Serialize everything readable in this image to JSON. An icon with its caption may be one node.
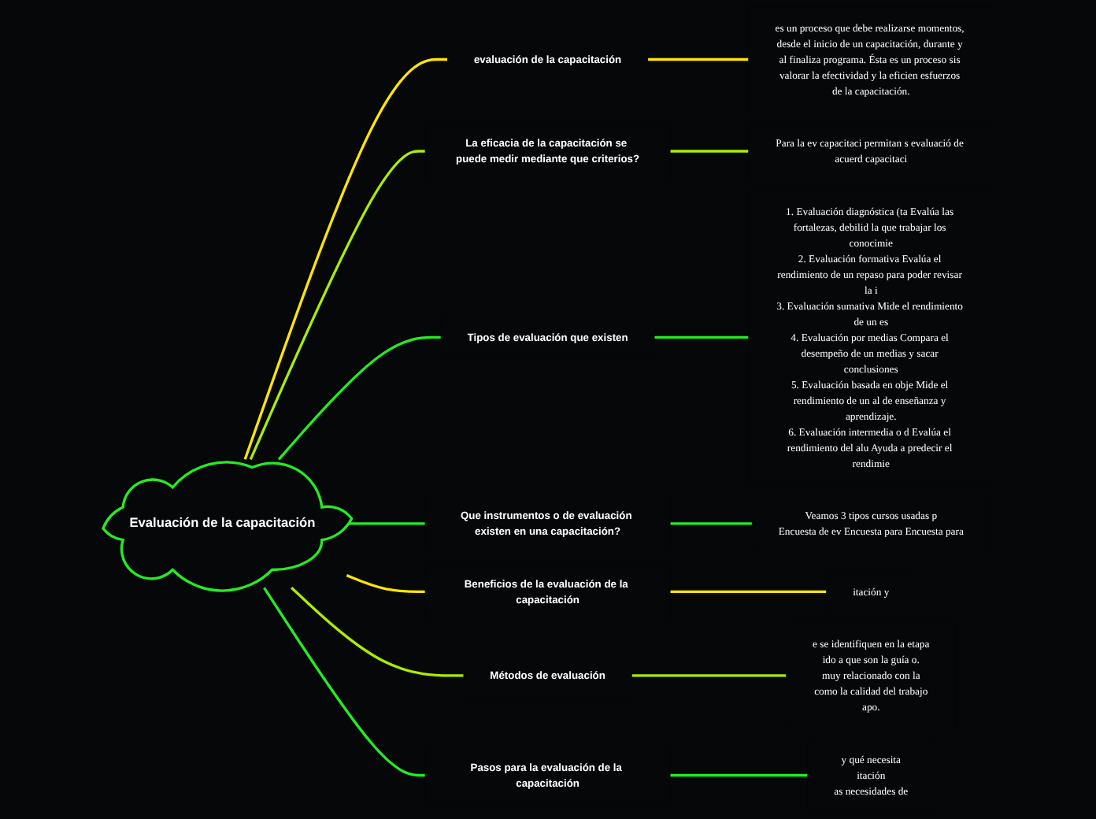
{
  "diagram": {
    "nodes": [
      {
        "text": [
          "Evaluación de la capacitación"
        ]
      },
      {
        "text": [
          "evaluación de la capacitación"
        ]
      },
      {
        "text": [
          "es un proceso que debe realizarse momentos, desde el inicio de un capacitación, durante y al finaliza programa. Ésta es un proceso sis valorar la efectividad y la eficien esfuerzos de la capacitación."
        ]
      },
      {
        "text": [
          "La eficacia de la capacitación se puede medir mediante que criterios?"
        ]
      },
      {
        "text": [
          "Para la ev capacitaci permitan s evaluació de acuerd capacitaci"
        ]
      },
      {
        "text": [
          "Tipos de evaluación que existen"
        ]
      },
      {
        "text": [
          "1. Evaluación diagnóstica (ta Evalúa las fortalezas, debilid la que trabajar los conocimie",
          "2. Evaluación formativa Evalúa el rendimiento de un repaso para poder revisar la i",
          "3. Evaluación sumativa Mide el rendimiento de un es",
          "4. Evaluación por medias Compara el desempeño de un medias y sacar conclusiones",
          "5. Evaluación basada en obje Mide el rendimiento de un al de enseñanza y aprendizaje.",
          "6. Evaluación intermedia o d Evalúa el rendimiento del alu Ayuda a predecir el rendimie"
        ]
      },
      {
        "text": [
          "Que instrumentos o de evaluación existen en una capacitación?"
        ]
      },
      {
        "text": [
          "Veamos 3 tipos cursos usadas p",
          "Encuesta de ev Encuesta para Encuesta para"
        ]
      },
      {
        "text": [
          "Beneficios de la evaluación de la capacitación"
        ]
      },
      {
        "text": [
          "itación y"
        ]
      },
      {
        "text": [
          "Métodos de evaluación"
        ]
      },
      {
        "text": [
          "e se identifiquen en la etapa",
          "ido a que son la guía o.",
          "muy relacionado con la",
          "como la calidad del trabajo",
          "apo."
        ]
      },
      {
        "text": [
          "Pasos para la evaluación de la capacitación"
        ]
      },
      {
        "text": [
          "y qué necesita",
          "itación",
          "as necesidades de"
        ]
      }
    ],
    "edges": [
      {
        "from": 0,
        "to": 1,
        "arrow": "none",
        "color": "#ffe600"
      },
      {
        "from": 1,
        "to": 2,
        "arrow": "none",
        "color": "#ffe600"
      },
      {
        "from": 0,
        "to": 3,
        "arrow": "none",
        "color": "#aaee00"
      },
      {
        "from": 3,
        "to": 4,
        "arrow": "none",
        "color": "#aaee00"
      },
      {
        "from": 0,
        "to": 5,
        "arrow": "none"
      },
      {
        "from": 5,
        "to": 6,
        "arrow": "none"
      },
      {
        "from": 0,
        "to": 7,
        "arrow": "none"
      },
      {
        "from": 7,
        "to": 8,
        "arrow": "none"
      },
      {
        "from": 0,
        "to": 9,
        "arrow": "none",
        "color": "#ffe600"
      },
      {
        "from": 9,
        "to": 10,
        "arrow": "none",
        "color": "#ffe600"
      },
      {
        "from": 0,
        "to": 11,
        "arrow": "none",
        "color": "#aaee00"
      },
      {
        "from": 11,
        "to": 12,
        "arrow": "none",
        "color": "#aaee00"
      },
      {
        "from": 0,
        "to": 13,
        "arrow": "none"
      },
      {
        "from": 13,
        "to": 14,
        "arrow": "none"
      }
    ]
  }
}
